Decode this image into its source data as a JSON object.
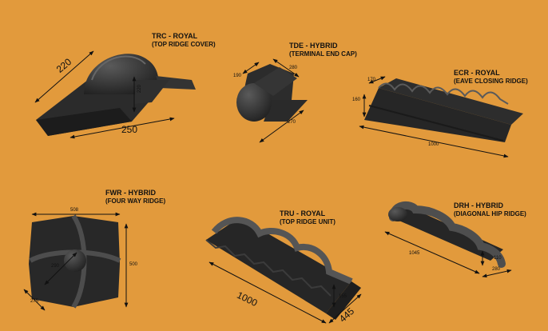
{
  "products": [
    {
      "code": "TRC - ROYAL",
      "name": "(TOP RIDGE COVER)",
      "dims": [
        "220",
        "250",
        "220"
      ]
    },
    {
      "code": "TDE - HYBRID",
      "name": "(TERMINAL END CAP)",
      "dims": [
        "190",
        "280",
        "270"
      ]
    },
    {
      "code": "ECR - ROYAL",
      "name": "(EAVE CLOSING RIDGE)",
      "dims": [
        "170",
        "160",
        "1000"
      ]
    },
    {
      "code": "FWR - HYBRID",
      "name": "(FOUR WAY RIDGE)",
      "dims": [
        "508",
        "500",
        "290",
        "275"
      ]
    },
    {
      "code": "TRU - ROYAL",
      "name": "(TOP RIDGE UNIT)",
      "dims": [
        "1000",
        "445",
        "155"
      ]
    },
    {
      "code": "DRH - HYBRID",
      "name": "(DIAGONAL HIP RIDGE)",
      "dims": [
        "1045",
        "110",
        "280"
      ]
    }
  ],
  "colors": {
    "background": "#E29A3C",
    "tile_dark": "#262626",
    "tile_mid": "#3a3a3a",
    "tile_light": "#555555"
  }
}
